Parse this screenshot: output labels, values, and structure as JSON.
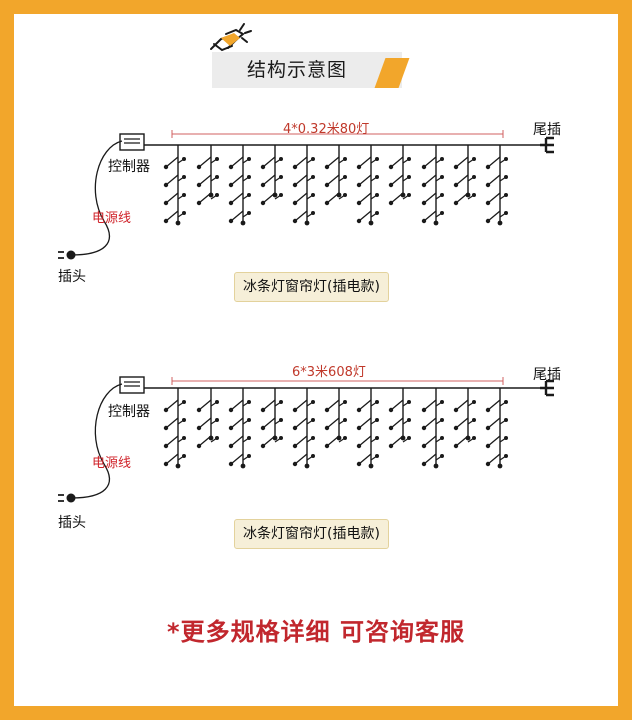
{
  "header": {
    "title": "结构示意图"
  },
  "diagrams": [
    {
      "dimension": "4*0.32米80灯",
      "controller": "控制器",
      "cable": "电源线",
      "plug": "插头",
      "end_plug": "尾插",
      "product": "冰条灯窗帘灯(插电款)"
    },
    {
      "dimension": "6*3米608灯",
      "controller": "控制器",
      "cable": "电源线",
      "plug": "插头",
      "end_plug": "尾插",
      "product": "冰条灯窗帘灯(插电款)"
    }
  ],
  "footer": {
    "note": "*更多规格详细 可咨询客服"
  },
  "colors": {
    "frame": "#f2a62b",
    "accent_red": "#c1272d"
  }
}
